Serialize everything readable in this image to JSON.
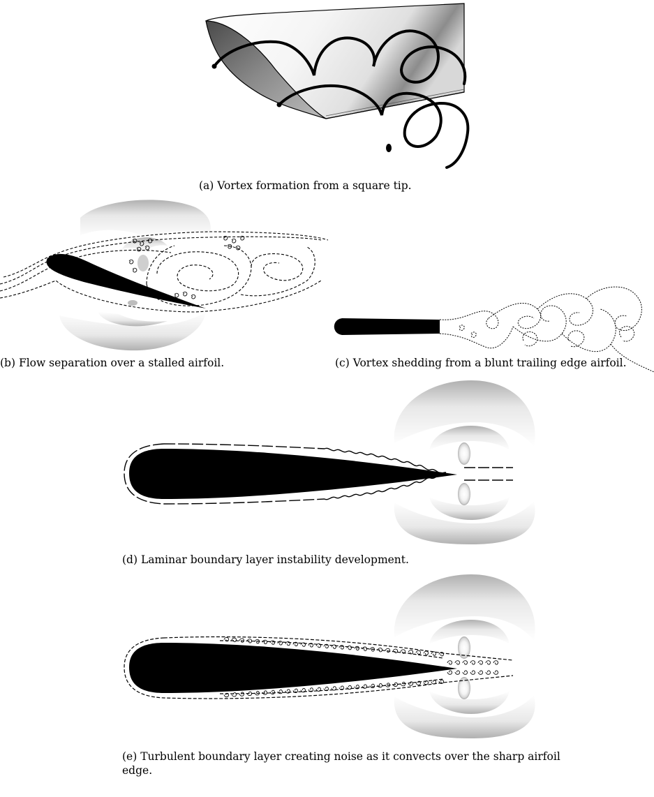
{
  "figure": {
    "panels": [
      {
        "id": "a",
        "caption": "(a) Vortex formation from a square tip."
      },
      {
        "id": "b",
        "caption": "(b) Flow separation over a stalled airfoil."
      },
      {
        "id": "c",
        "caption": "(c) Vortex shedding from a blunt trailing edge airfoil."
      },
      {
        "id": "d",
        "caption": "(d) Laminar boundary layer instability development."
      },
      {
        "id": "e",
        "caption": "(e) Turbulent boundary layer creating noise as it convects over the sharp airfoil edge."
      }
    ]
  },
  "colors": {
    "ink": "#000000",
    "wave_light": "#ffffff",
    "wave_dark": "#9a9a9a",
    "wing_top": "#f2f2f2",
    "wing_side": "#6e6e6e"
  }
}
